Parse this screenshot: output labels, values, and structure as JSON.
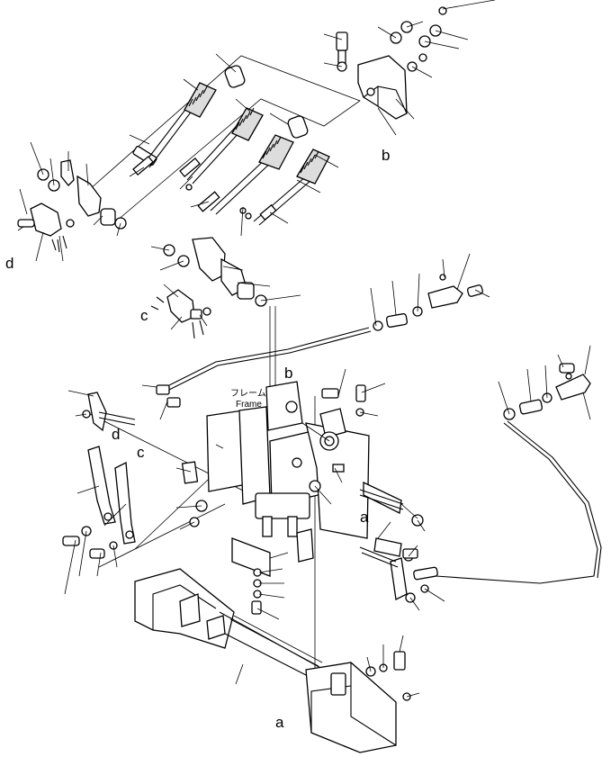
{
  "callouts": {
    "a_upper": "a",
    "a_lower": "a",
    "b_upper": "b",
    "b_middle": "b",
    "c_upper": "c",
    "c_lower": "c",
    "d_upper": "d",
    "d_lower": "d"
  },
  "frame_label": {
    "japanese": "フレーム",
    "english": "Frame"
  }
}
